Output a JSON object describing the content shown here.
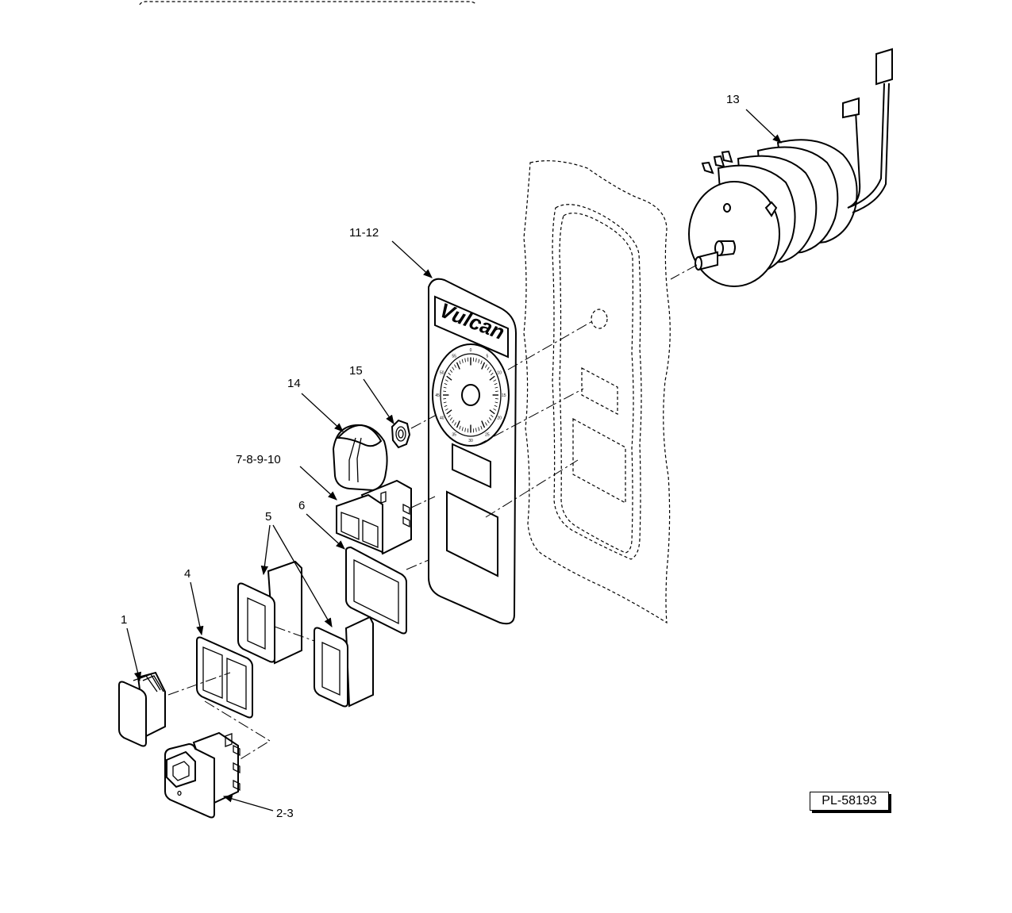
{
  "callouts": {
    "c1": "1",
    "c23": "2-3",
    "c4": "4",
    "c5": "5",
    "c6": "6",
    "c78910": "7-8-9-10",
    "c1112": "11-12",
    "c13": "13",
    "c14": "14",
    "c15": "15"
  },
  "panel": {
    "brand": "Vulcan",
    "dial_numbers": [
      "0",
      "5",
      "10",
      "15",
      "20",
      "25",
      "30",
      "35",
      "40",
      "45",
      "50",
      "55",
      "60"
    ]
  },
  "drawing_number": "PL-58193"
}
